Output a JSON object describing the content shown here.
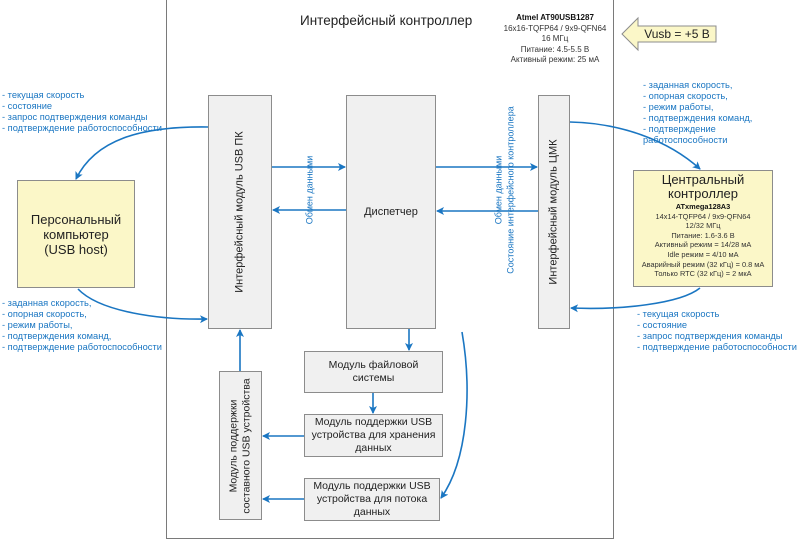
{
  "diagram": {
    "title": "Интерфейсный контроллер",
    "chip": {
      "name": "Atmel AT90USB1287",
      "lines": [
        "16x16-TQFP64 / 9x9-QFN64",
        "16 МГц",
        "Питание: 4.5-5.5 В",
        "Активный режим: 25 мА"
      ]
    },
    "power_arrow": {
      "label": "Vusb = +5 В"
    },
    "pc": {
      "lines": [
        "Персональный",
        "компьютер",
        "(USB host)"
      ]
    },
    "central_controller": {
      "title_lines": [
        "Центральный",
        "контроллер"
      ],
      "chip_name": "ATxmega128A3",
      "lines": [
        "14x14-TQFP64 / 9x9-QFN64",
        "12/32 МГц",
        "Питание: 1.6-3.6 В",
        "Активный режим = 14/28 мА",
        "Idle режим = 4/10 мА",
        "Аварийный режим (32 кГц) = 0.8 мА",
        "Только RTC (32 кГц) = 2 мкА"
      ]
    },
    "modules": {
      "usb_pc": "Интерфейсный модуль USB ПК",
      "dispatcher": "Диспетчер",
      "cmk": "Интерфейсный модуль ЦМК",
      "filesystem_lines": [
        "Модуль файловой",
        "системы"
      ],
      "storage_lines": [
        "Модуль поддержки USB",
        "устройства для хранения",
        "данных"
      ],
      "stream_lines": [
        "Модуль поддержки USB",
        "устройства для потока",
        "данных"
      ],
      "composite_lines": [
        "Модуль поддержки",
        "составного USB устройства"
      ]
    },
    "links": {
      "pc_exchange": "Обмен данными",
      "cmk_exchange": "Обмен данными",
      "cmk_state": "Состояние интерфейсного контроллера"
    },
    "notes": {
      "to_pc": [
        "- текущая скорость",
        "- состояние",
        "- запрос подтверждения команды",
        "- подтверждение работоспособности"
      ],
      "from_pc": [
        "- заданная скорость,",
        "- опорная скорость,",
        "- режим работы,",
        "- подтверждения команд,",
        "- подтверждение работоспособности"
      ],
      "to_cc": [
        "- заданная скорость,",
        "- опорная скорость,",
        "- режим работы,",
        "- подтверждения команд,",
        "- подтверждение работоспособности"
      ],
      "from_cc": [
        "- текущая скорость",
        "- состояние",
        "- запрос подтверждения команды",
        "- подтверждение работоспособности"
      ]
    },
    "colors": {
      "arrow": "#1a76c2",
      "box_gray": "#f0f0f0",
      "box_yellow": "#fbf7c8"
    }
  }
}
